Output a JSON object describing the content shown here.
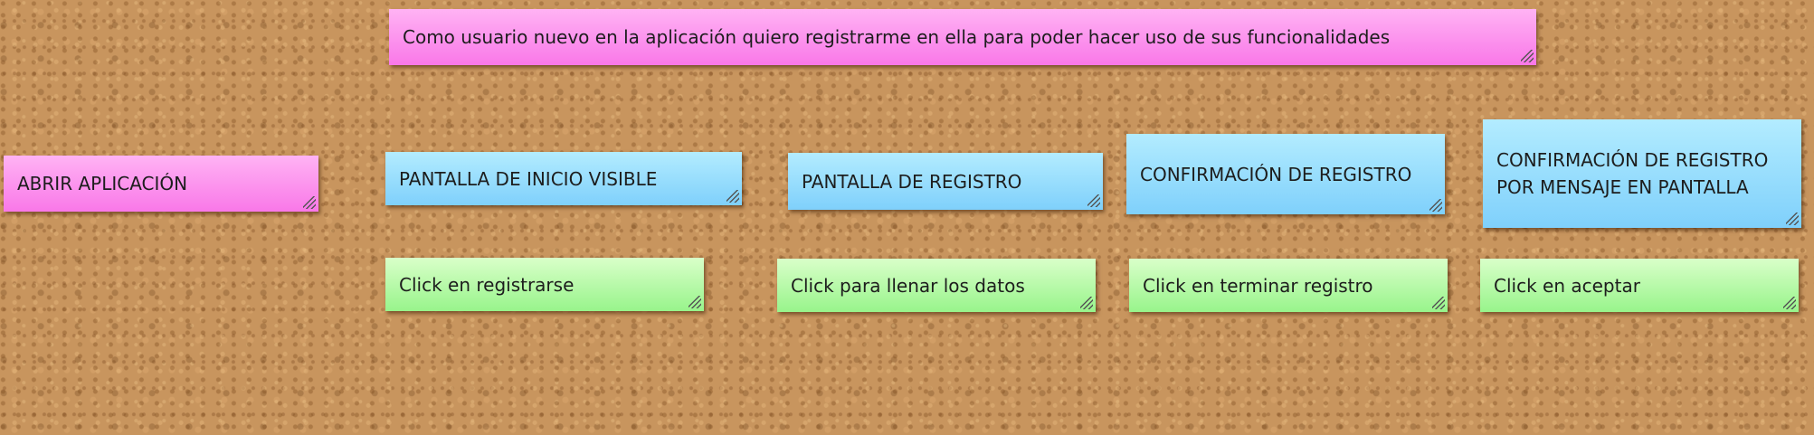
{
  "board": {
    "notes": [
      {
        "id": "story",
        "color": "pink",
        "text": "Como usuario nuevo en la aplicación quiero registrarme en ella para poder hacer uso de sus funcionalidades"
      },
      {
        "id": "open-app",
        "color": "pink",
        "text": "ABRIR APLICACIÓN"
      },
      {
        "id": "start-screen",
        "color": "blue",
        "text": "PANTALLA DE INICIO VISIBLE"
      },
      {
        "id": "register-screen",
        "color": "blue",
        "text": "PANTALLA DE REGISTRO"
      },
      {
        "id": "register-confirm",
        "color": "blue",
        "text": "CONFIRMACIÓN DE REGISTRO"
      },
      {
        "id": "register-confirm-message",
        "color": "blue",
        "text": "CONFIRMACIÓN DE REGISTRO POR MENSAJE EN PANTALLA"
      },
      {
        "id": "click-register",
        "color": "green",
        "text": "Click en registrarse"
      },
      {
        "id": "click-fill-data",
        "color": "green",
        "text": "Click para llenar los datos"
      },
      {
        "id": "click-finish",
        "color": "green",
        "text": "Click en terminar registro"
      },
      {
        "id": "click-accept",
        "color": "green",
        "text": "Click en aceptar"
      }
    ]
  }
}
